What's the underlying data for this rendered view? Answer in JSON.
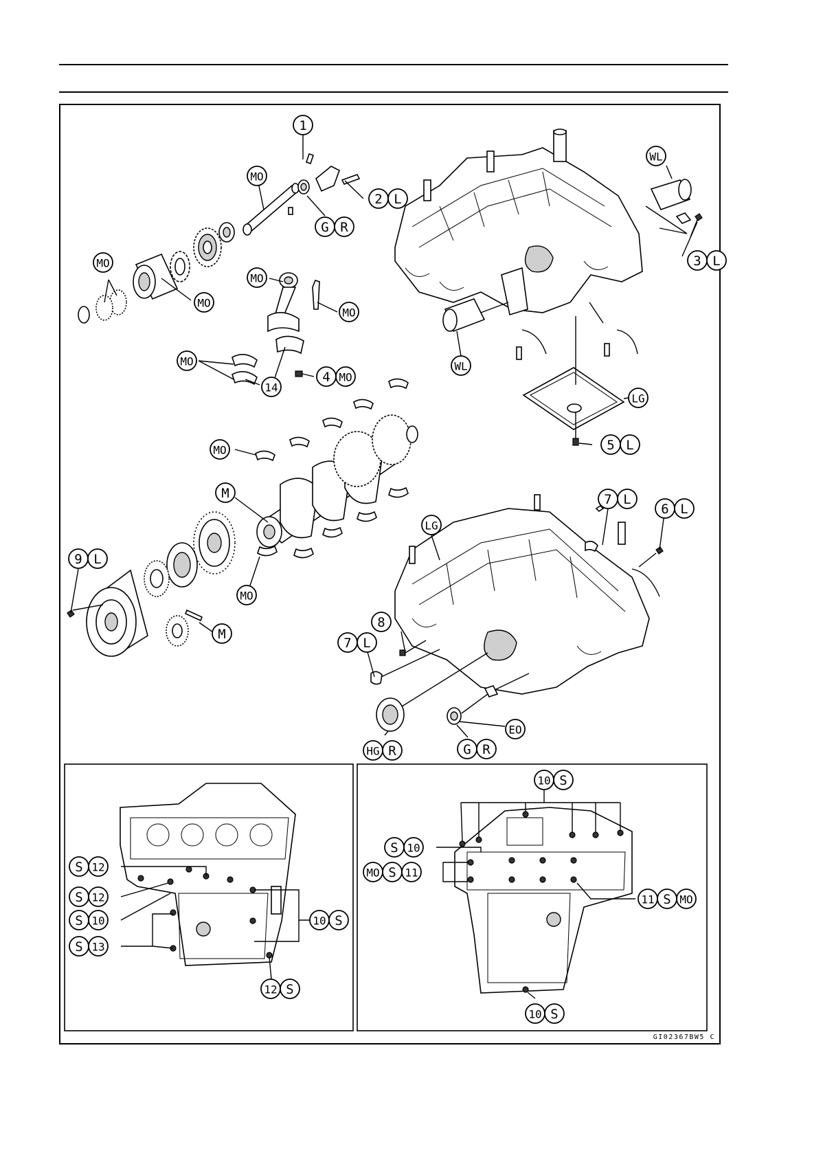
{
  "figure_code": "GI02367BW5 C",
  "callouts": [
    {
      "id": "c1",
      "parts": [
        "1"
      ]
    },
    {
      "id": "c2",
      "parts": [
        "2",
        "L"
      ]
    },
    {
      "id": "c3",
      "parts": [
        "3",
        "L"
      ]
    },
    {
      "id": "c4",
      "parts": [
        "4",
        "MO"
      ]
    },
    {
      "id": "c5",
      "parts": [
        "5",
        "L"
      ]
    },
    {
      "id": "c6",
      "parts": [
        "6",
        "L"
      ]
    },
    {
      "id": "c7a",
      "parts": [
        "7",
        "L"
      ]
    },
    {
      "id": "c7b",
      "parts": [
        "7",
        "L"
      ]
    },
    {
      "id": "c8",
      "parts": [
        "8"
      ]
    },
    {
      "id": "c9",
      "parts": [
        "9",
        "L"
      ]
    },
    {
      "id": "c14",
      "parts": [
        "14"
      ]
    },
    {
      "id": "cGR1",
      "parts": [
        "G",
        "R"
      ]
    },
    {
      "id": "cGR2",
      "parts": [
        "G",
        "R"
      ]
    },
    {
      "id": "cHGR",
      "parts": [
        "HG",
        "R"
      ]
    },
    {
      "id": "cEO",
      "parts": [
        "EO"
      ]
    },
    {
      "id": "cWL1",
      "parts": [
        "WL"
      ]
    },
    {
      "id": "cWL2",
      "parts": [
        "WL"
      ]
    },
    {
      "id": "cLG1",
      "parts": [
        "LG"
      ]
    },
    {
      "id": "cLG2",
      "parts": [
        "LG"
      ]
    },
    {
      "id": "cMO1",
      "parts": [
        "MO"
      ]
    },
    {
      "id": "cMO2",
      "parts": [
        "MO"
      ]
    },
    {
      "id": "cMO3",
      "parts": [
        "MO"
      ]
    },
    {
      "id": "cMO4",
      "parts": [
        "MO"
      ]
    },
    {
      "id": "cMO5",
      "parts": [
        "MO"
      ]
    },
    {
      "id": "cMO6",
      "parts": [
        "MO"
      ]
    },
    {
      "id": "cMO7",
      "parts": [
        "MO"
      ]
    },
    {
      "id": "cMO8",
      "parts": [
        "MO"
      ]
    },
    {
      "id": "cM1",
      "parts": [
        "M"
      ]
    },
    {
      "id": "cM2",
      "parts": [
        "M"
      ]
    },
    {
      "id": "dS12a",
      "parts": [
        "S",
        "12"
      ]
    },
    {
      "id": "dS12b",
      "parts": [
        "S",
        "12"
      ]
    },
    {
      "id": "dS10a",
      "parts": [
        "S",
        "10"
      ]
    },
    {
      "id": "dS13",
      "parts": [
        "S",
        "13"
      ]
    },
    {
      "id": "d10Sa",
      "parts": [
        "10",
        "S"
      ]
    },
    {
      "id": "d12S",
      "parts": [
        "12",
        "S"
      ]
    },
    {
      "id": "e10Sa",
      "parts": [
        "10",
        "S"
      ]
    },
    {
      "id": "eS10",
      "parts": [
        "S",
        "10"
      ]
    },
    {
      "id": "eMOS11",
      "parts": [
        "MO",
        "S",
        "11"
      ]
    },
    {
      "id": "e11SMO",
      "parts": [
        "11",
        "S",
        "MO"
      ]
    },
    {
      "id": "e10Sb",
      "parts": [
        "10",
        "S"
      ]
    }
  ]
}
